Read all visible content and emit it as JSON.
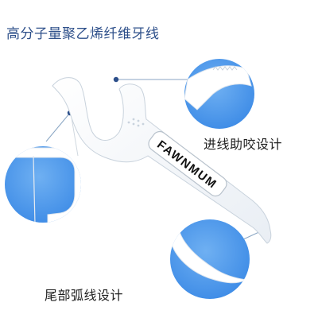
{
  "title": "高分子量聚乙烯纤维牙线",
  "brand": "FAWNMUM",
  "callouts": {
    "front_bite": "进线助咬设计",
    "tail_arc": "尾部弧线设计"
  },
  "colors": {
    "circle_blue": "#3d8be6",
    "circle_blue_light": "#6fb0f2",
    "leader_line": "#8aa6c4",
    "title_blue": "#2d4f8a"
  }
}
